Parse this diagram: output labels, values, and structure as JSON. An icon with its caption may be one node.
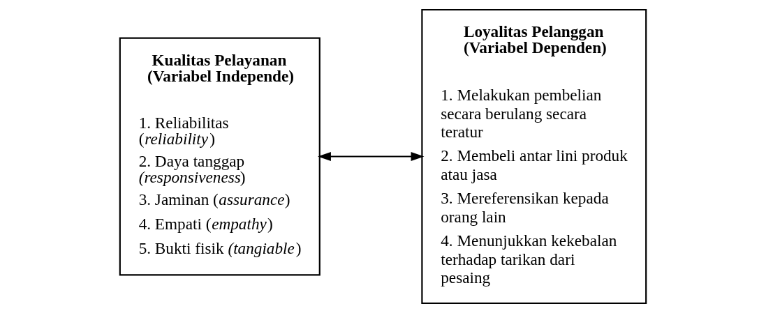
{
  "diagram": {
    "nodes": [
      {
        "text": [
          "Kualitas Pelayanan (Variabel Independe)",
          "1. Reliabilitas (*reliability*)",
          "2. Daya tanggap *(responsiveness*)",
          "3. Jaminan (*assurance*)",
          "4. Empati (*empathy*)",
          "5. Bukti fisik *(tangiable*)"
        ]
      },
      {
        "text": [
          "Loyalitas Pelanggan (Variabel Dependen)",
          "1. Melakukan pembelian secara berulang secara teratur",
          "2. Membeli antar lini produk atau jasa",
          "3. Mereferensikan kepada orang lain",
          "4. Menunjukkan kekebalan terhadap tarikan dari pesaing"
        ]
      }
    ],
    "edges": [
      {
        "from": 0,
        "to": 1,
        "arrow": "both"
      }
    ]
  }
}
